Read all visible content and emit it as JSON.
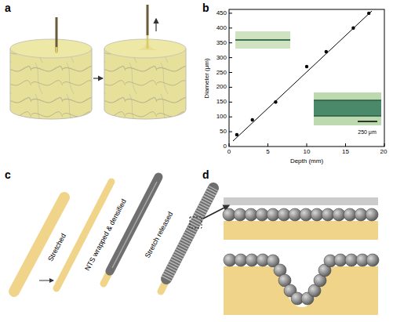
{
  "diagram": {
    "labels": [
      "a",
      "b",
      "c",
      "d",
      "Diameter (μm)",
      "Depth (mm)",
      "0",
      "5",
      "10",
      "15",
      "20",
      "0",
      "50",
      "100",
      "150",
      "200",
      "250",
      "300",
      "350",
      "400",
      "450",
      "250 μm",
      "Stretched",
      "NTS wrapped & densified",
      "Stretch released"
    ]
  }
}
